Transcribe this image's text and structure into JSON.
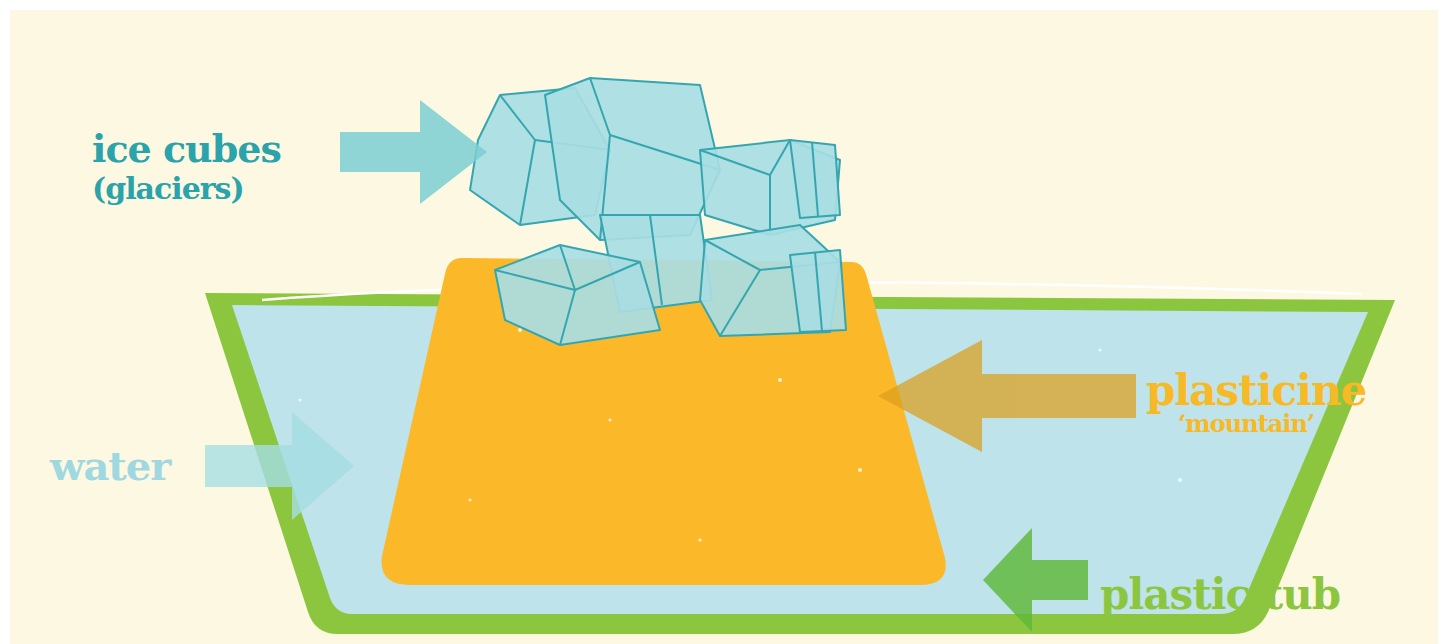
{
  "diagram": {
    "labels": [
      "ice cubes",
      "(glaciers)",
      "water",
      "plasticine",
      "‘mountain’",
      "plastic tub"
    ]
  }
}
